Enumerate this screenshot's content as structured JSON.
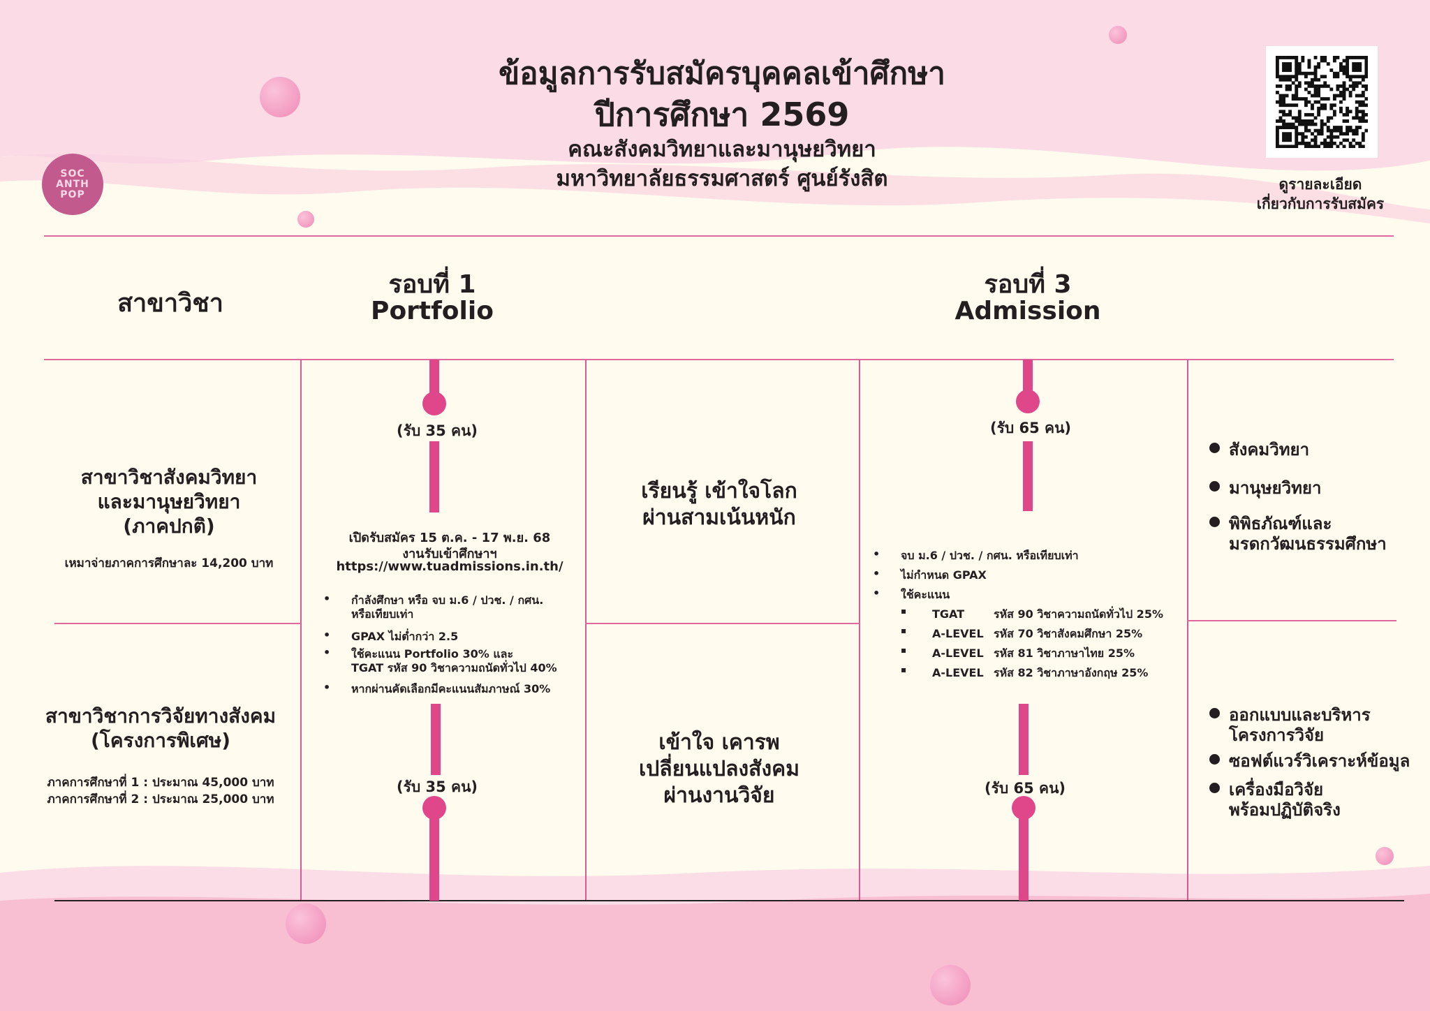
{
  "header": {
    "title_line1": "ข้อมูลการรับสมัครบุคคลเข้าศึกษา",
    "title_line2": "ปีการศึกษา 2569",
    "faculty": "คณะสังคมวิทยาและมานุษยวิทยา",
    "university": "มหาวิทยาลัยธรรมศาสตร์ ศูนย์รังสิต",
    "logo_text": "SOC ANTH POP",
    "qr_caption_line1": "ดูรายละเอียด",
    "qr_caption_line2": "เกี่ยวกับการรับสมัคร"
  },
  "columns": {
    "program": "สาขาวิชา",
    "round1_title": "รอบที่ 1",
    "round1_sub": "Portfolio",
    "round3_title": "รอบที่ 3",
    "round3_sub": "Admission"
  },
  "programs": [
    {
      "name_lines": [
        "สาขาวิชาสังคมวิทยา",
        "และมานุษยวิทยา",
        "(ภาคปกติ)"
      ],
      "fee_lines": [
        "เหมาจ่ายภาคการศึกษาละ 14,200 บาท"
      ],
      "round1_quota": "(รับ 35 คน)",
      "round3_quota": "(รับ 65 คน)",
      "tagline": [
        "เรียนรู้ เข้าใจโลก",
        "ผ่านสามเน้นหนัก"
      ],
      "focus": [
        "สังคมวิทยา",
        "มานุษยวิทยา",
        "พิพิธภัณฑ์และ|มรดกวัฒนธรรมศึกษา"
      ]
    },
    {
      "name_lines": [
        "สาขาวิชาการวิจัยทางสังคม",
        "(โครงการพิเศษ)"
      ],
      "fee_lines": [
        "ภาคการศึกษาที่ 1 : ประมาณ 45,000 บาท",
        "ภาคการศึกษาที่ 2 : ประมาณ 25,000 บาท"
      ],
      "round1_quota": "(รับ 35 คน)",
      "round3_quota": "(รับ 65 คน)",
      "tagline": [
        "เข้าใจ เคารพ",
        "เปลี่ยนแปลงสังคม",
        "ผ่านงานวิจัย"
      ],
      "focus": [
        "ออกแบบและบริหาร|โครงการวิจัย",
        "ซอฟต์แวร์วิเคราะห์ข้อมูล",
        "เครื่องมือวิจัย|พร้อมปฏิบัติจริง"
      ]
    }
  ],
  "round1_details": {
    "period": "เปิดรับสมัคร 15 ต.ค. - 17 พ.ย. 68",
    "office": "งานรับเข้าศึกษาฯ",
    "url": "https://www.tuadmissions.in.th/",
    "criteria": [
      "กำลังศึกษา  หรือ จบ ม.6 / ปวช. / กศน.|หรือเทียบเท่า",
      "GPAX ไม่ต่ำกว่า 2.5",
      "ใช้คะแนน Portfolio 30%  และ|TGAT รหัส 90 วิชาความถนัดทั่วไป 40%",
      "หากผ่านคัดเลือกมีคะแนนสัมภาษณ์ 30%"
    ]
  },
  "round3_details": {
    "criteria": [
      "จบ ม.6 / ปวช. / กศน. หรือเทียบเท่า",
      "ไม่กำหนด GPAX",
      "ใช้คะแนน"
    ],
    "scores": [
      {
        "test": "TGAT",
        "subject": "รหัส 90 วิชาความถนัดทั่วไป  25%"
      },
      {
        "test": "A-LEVEL",
        "subject": "รหัส 70 วิชาสังคมศึกษา 25%"
      },
      {
        "test": "A-LEVEL",
        "subject": "รหัส 81 วิชาภาษาไทย 25%"
      },
      {
        "test": "A-LEVEL",
        "subject": "รหัส 82 วิชาภาษาอังกฤษ 25%"
      }
    ]
  },
  "colors": {
    "accent": "#e0468a",
    "line": "#e0689e",
    "background": "#fffbef",
    "pink": "#f8bfd3"
  }
}
